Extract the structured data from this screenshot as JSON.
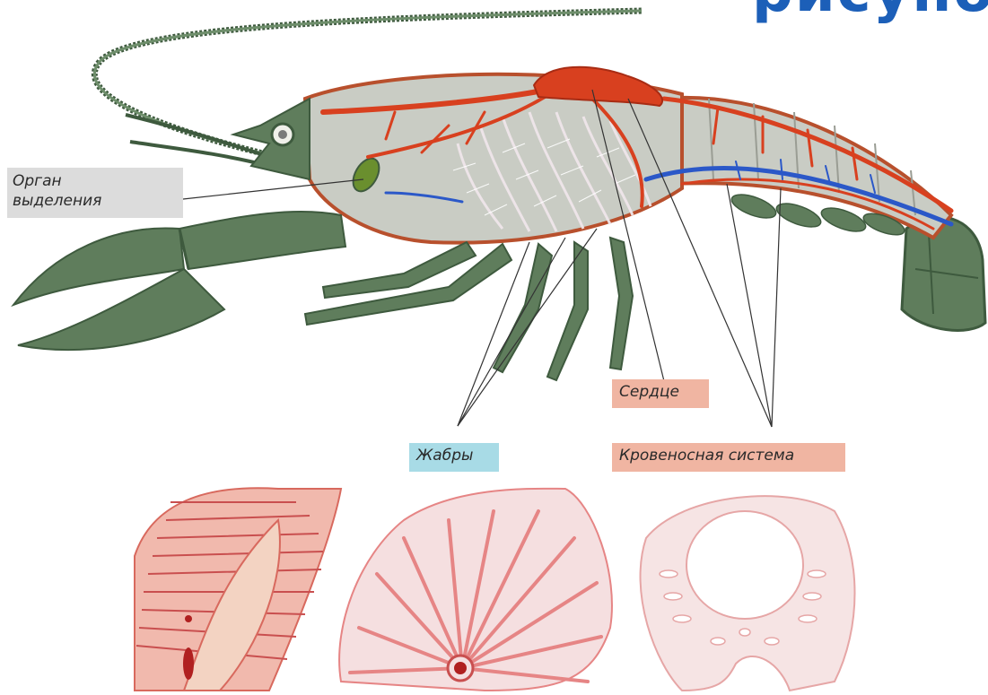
{
  "title_fragment": "рисуно",
  "labels": {
    "excretory_organ_line1": "Орган",
    "excretory_organ_line2": "выделения",
    "heart": "Сердце",
    "gills": "Жабры",
    "circulatory_system": "Кровеносная система"
  },
  "colors": {
    "body": "#5f7d5c",
    "body_dark": "#3e5a3e",
    "shell_inner": "#c9ccc4",
    "arteries": "#d8401f",
    "veins": "#2b58c8",
    "gills": "#f2eef0",
    "gill_detail_pink": "#e46d6d",
    "label_gray": "#dcdcdc",
    "label_pink": "#f0b5a2",
    "label_blue": "#a8dbe6"
  }
}
